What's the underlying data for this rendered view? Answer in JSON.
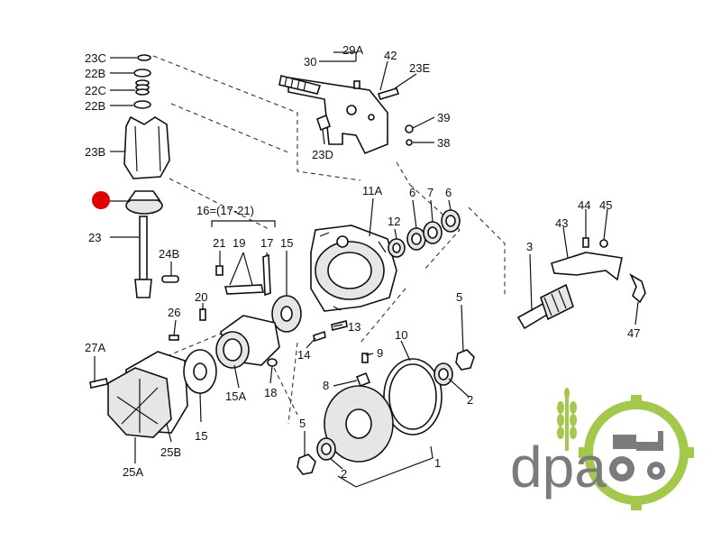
{
  "diagram": {
    "labels": {
      "l23C": "23C",
      "l22B_top": "22B",
      "l22C": "22C",
      "l22B_bot": "22B",
      "l23B": "23B",
      "l23": "23",
      "l24B": "24B",
      "l29A": "29A",
      "l30": "30",
      "l42": "42",
      "l23E": "23E",
      "l39": "39",
      "l38": "38",
      "l23D": "23D",
      "l16": "16=(17-21)",
      "l21": "21",
      "l19": "19",
      "l17": "17",
      "l15_top": "15",
      "l11A": "11A",
      "l12": "12",
      "l6a": "6",
      "l7": "7",
      "l6b": "6",
      "l44": "44",
      "l45": "45",
      "l43": "43",
      "l3": "3",
      "l47": "47",
      "l20": "20",
      "l26": "26",
      "l13": "13",
      "l14": "14",
      "l5_top": "5",
      "l10": "10",
      "l9": "9",
      "l27A": "27A",
      "l8": "8",
      "l15A": "15A",
      "l18": "18",
      "l15_bot": "15",
      "l2a": "2",
      "l5_bot": "5",
      "l2b": "2",
      "l1": "1",
      "l25B": "25B",
      "l25A": "25A"
    },
    "highlight_color": "#e00000"
  },
  "logo": {
    "text": "dpa",
    "text_color": "#7b7b7b",
    "accent_color": "#a4c84a"
  }
}
